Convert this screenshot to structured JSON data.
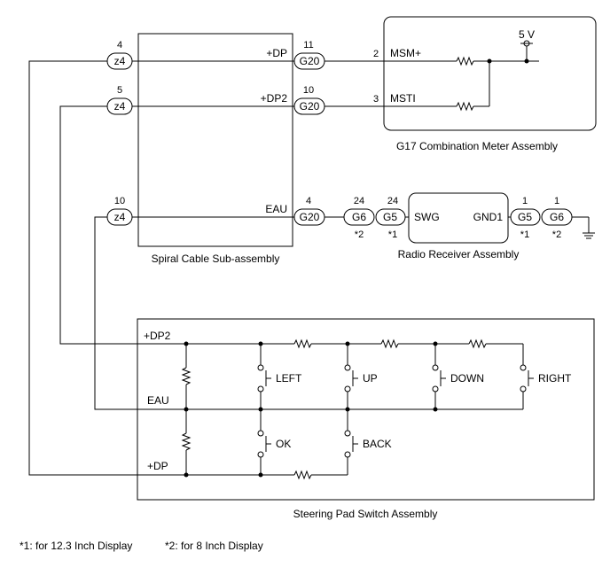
{
  "blocks": {
    "spiral_cable": {
      "name": "Spiral Cable Sub-assembly"
    },
    "combination_meter": {
      "name": "G17  Combination Meter Assembly",
      "supply": "5 V"
    },
    "radio_receiver": {
      "name": "Radio Receiver Assembly"
    },
    "steering_pad": {
      "name": "Steering Pad Switch Assembly"
    }
  },
  "connectors": {
    "z4_a": {
      "code": "z4",
      "pin": "4"
    },
    "z4_b": {
      "code": "z4",
      "pin": "5"
    },
    "z4_c": {
      "code": "z4",
      "pin": "10"
    },
    "g20_a": {
      "code": "G20",
      "pin": "11"
    },
    "g20_b": {
      "code": "G20",
      "pin": "10"
    },
    "g20_c": {
      "code": "G20",
      "pin": "4"
    },
    "g6_left": {
      "code": "G6",
      "pin": "24",
      "note": "*2"
    },
    "g5_left": {
      "code": "G5",
      "pin": "24",
      "note": "*1"
    },
    "g5_right": {
      "code": "G5",
      "pin": "1",
      "note": "*1"
    },
    "g6_right": {
      "code": "G6",
      "pin": "1",
      "note": "*2"
    }
  },
  "terminals": {
    "spiral_dp": "+DP",
    "spiral_dp2": "+DP2",
    "spiral_eau": "EAU",
    "meter_pin_msm": "2",
    "meter_msm": "MSM+",
    "meter_pin_msti": "3",
    "meter_msti": "MSTI",
    "radio_swg": "SWG",
    "radio_gnd1": "GND1",
    "pad_dp2": "+DP2",
    "pad_eau": "EAU",
    "pad_dp": "+DP"
  },
  "switches": [
    "LEFT",
    "UP",
    "DOWN",
    "RIGHT",
    "OK",
    "BACK"
  ],
  "footnotes": {
    "note1": "*1: for 12.3 Inch Display",
    "note2": "*2: for 8 Inch Display"
  }
}
